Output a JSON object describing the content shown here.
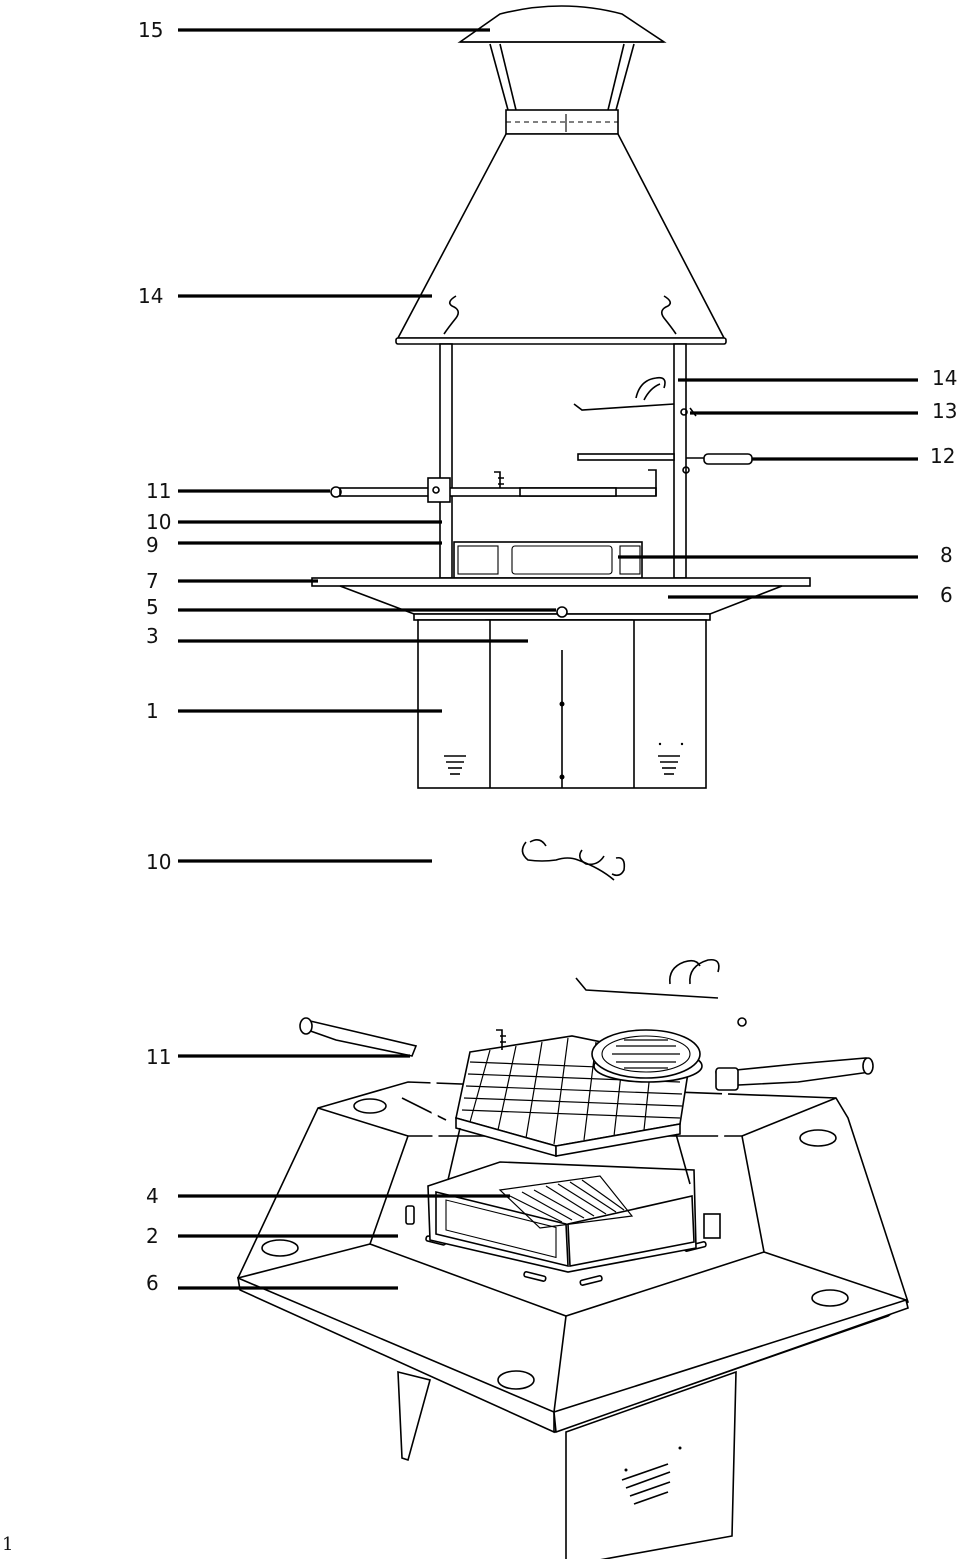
{
  "page_number": "1",
  "top_view": {
    "left_callouts": [
      "15",
      "14",
      "11",
      "10",
      "9",
      "7",
      "5",
      "3",
      "1"
    ],
    "right_callouts": [
      "14",
      "13",
      "12",
      "8",
      "6"
    ]
  },
  "bottom_view": {
    "left_callouts": [
      "10",
      "11",
      "4",
      "2",
      "6"
    ]
  }
}
